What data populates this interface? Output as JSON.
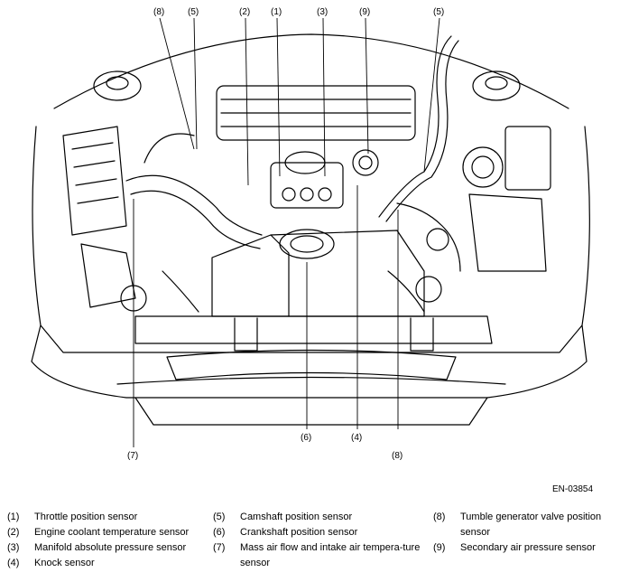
{
  "figure_code": "EN-03854",
  "callouts": {
    "top": [
      "(8)",
      "(5)",
      "(2)",
      "(1)",
      "(3)",
      "(9)",
      "(5)"
    ],
    "bottom": [
      "(7)",
      "(6)",
      "(4)",
      "(8)"
    ]
  },
  "legend": {
    "col1": [
      {
        "num": "(1)",
        "text": "Throttle position sensor"
      },
      {
        "num": "(2)",
        "text": "Engine coolant temperature sensor"
      },
      {
        "num": "(3)",
        "text": "Manifold absolute pressure sensor"
      },
      {
        "num": "(4)",
        "text": "Knock sensor"
      }
    ],
    "col2": [
      {
        "num": "(5)",
        "text": "Camshaft position sensor"
      },
      {
        "num": "(6)",
        "text": "Crankshaft position sensor"
      },
      {
        "num": "(7)",
        "text": "Mass air flow and intake air tempera-ture sensor"
      }
    ],
    "col3": [
      {
        "num": "(8)",
        "text": "Tumble generator valve position sensor"
      },
      {
        "num": "(9)",
        "text": "Secondary air pressure sensor"
      }
    ]
  }
}
